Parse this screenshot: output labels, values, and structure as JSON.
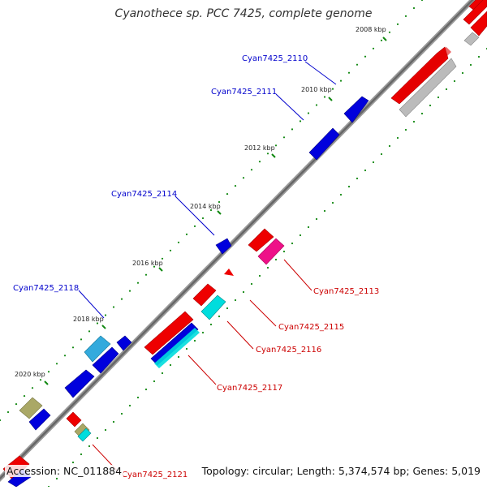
{
  "title": "Cyanothece sp. PCC 7425, complete genome",
  "accession_text": "Accession: NC_011884",
  "topology_text": "Topology: circular; Length: 5,374,574 bp; Genes: 5,019",
  "kbp_ticks": [
    "2008 kbp",
    "2010 kbp",
    "2012 kbp",
    "2014 kbp",
    "2016 kbp",
    "2018 kbp",
    "2020 kbp"
  ],
  "gene_labels": {
    "forward": [
      "Cyan7425_2110",
      "Cyan7425_2111",
      "Cyan7425_2114",
      "Cyan7425_2118"
    ],
    "reverse": [
      "Cyan7425_2113",
      "Cyan7425_2115",
      "Cyan7425_2116",
      "Cyan7425_2117",
      "Cyan7425_2121"
    ]
  },
  "colors": {
    "forward_label": "#0000cc",
    "reverse_label": "#cc0000",
    "backbone": "#777777",
    "tick_green": "#118811",
    "blue_gene": "#0000dd",
    "red_gene": "#ee0000",
    "cyan_gene": "#00dddd",
    "light_blue_gene": "#33aadd",
    "magenta_gene": "#ee1188",
    "olive_gene": "#aaa866",
    "gray_gene": "#bbbbbb"
  }
}
